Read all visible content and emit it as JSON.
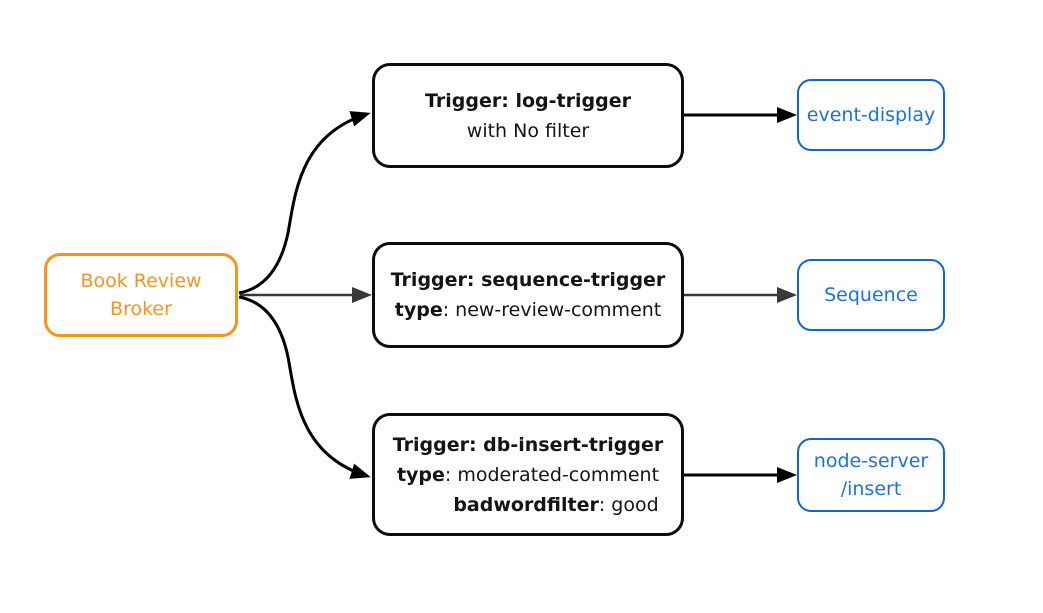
{
  "diagram": {
    "broker": {
      "line1": "Book Review",
      "line2": "Broker"
    },
    "triggers": [
      {
        "title": "Trigger: log-trigger",
        "attrs": [
          {
            "key": "",
            "value": "with No filter"
          }
        ]
      },
      {
        "title": "Trigger: sequence-trigger",
        "attrs": [
          {
            "key": "type",
            "value": ": new-review-comment"
          }
        ]
      },
      {
        "title": "Trigger: db-insert-trigger",
        "attrs": [
          {
            "key": "type",
            "value": ": moderated-comment"
          },
          {
            "key": "badwordfilter",
            "value": ": good"
          }
        ]
      }
    ],
    "sinks": [
      {
        "line1": "event-display"
      },
      {
        "line1": "Sequence"
      },
      {
        "line1": "node-server",
        "line2": "/insert"
      }
    ],
    "colors": {
      "broker": "#F7941D",
      "trigger_border": "#0D0D0D",
      "sink_border": "#1366C4",
      "sink_text": "#1A72DC",
      "arrow_primary": "#000000",
      "arrow_secondary": "#383838"
    }
  }
}
